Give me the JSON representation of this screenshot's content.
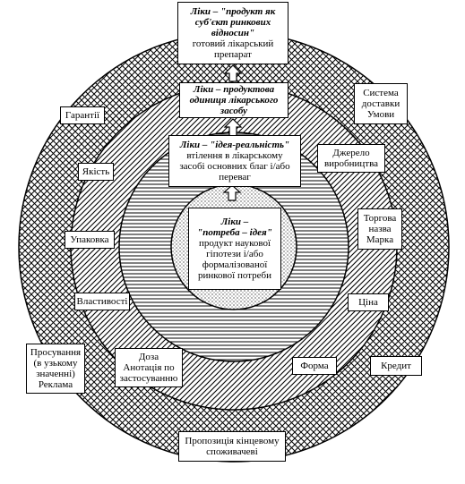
{
  "levels": {
    "core": {
      "title": "Ліки –",
      "title2": "\"потреба – ідея\"",
      "lines": [
        "продукт наукової",
        "гіпотези і/або",
        "формалізованої",
        "ринкової  потреби"
      ]
    },
    "real": {
      "title": "Ліки – \"ідея-реальність\"",
      "lines": [
        "втілення в лікарському",
        "засобі основних благ і/або",
        "переваг"
      ]
    },
    "product": {
      "title": "Ліки – продуктова",
      "title2": "одиниця лікарського",
      "title3": "засобу"
    },
    "top": {
      "title": "Ліки – \"продукт як",
      "title2": "суб'єкт ринкових",
      "title3": "відносин\"",
      "lines": [
        "готовий лікарський",
        "препарат"
      ]
    }
  },
  "features": {
    "guarantees": "Гарантії",
    "quality": "Якість",
    "packaging": "Упаковка",
    "properties": "Властивості",
    "dose_line1": "Доза",
    "dose_line2": "Анотація по",
    "dose_line3": "застосуванню",
    "promo_line1": "Просування",
    "promo_line2": "(в узькому",
    "promo_line3": "значенні)",
    "promo_line4": "Реклама",
    "delivery_line1": "Система",
    "delivery_line2": "доставки",
    "delivery_line3": "Умови",
    "source_line1": "Джерело",
    "source_line2": "виробництва",
    "brand_line1": "Торгова",
    "brand_line2": "назва",
    "brand_line3": "Марка",
    "price": "Ціна",
    "form": "Форма",
    "credit": "Кредит",
    "offer_line1": "Пропозиція кінцевому",
    "offer_line2": "споживачеві"
  }
}
